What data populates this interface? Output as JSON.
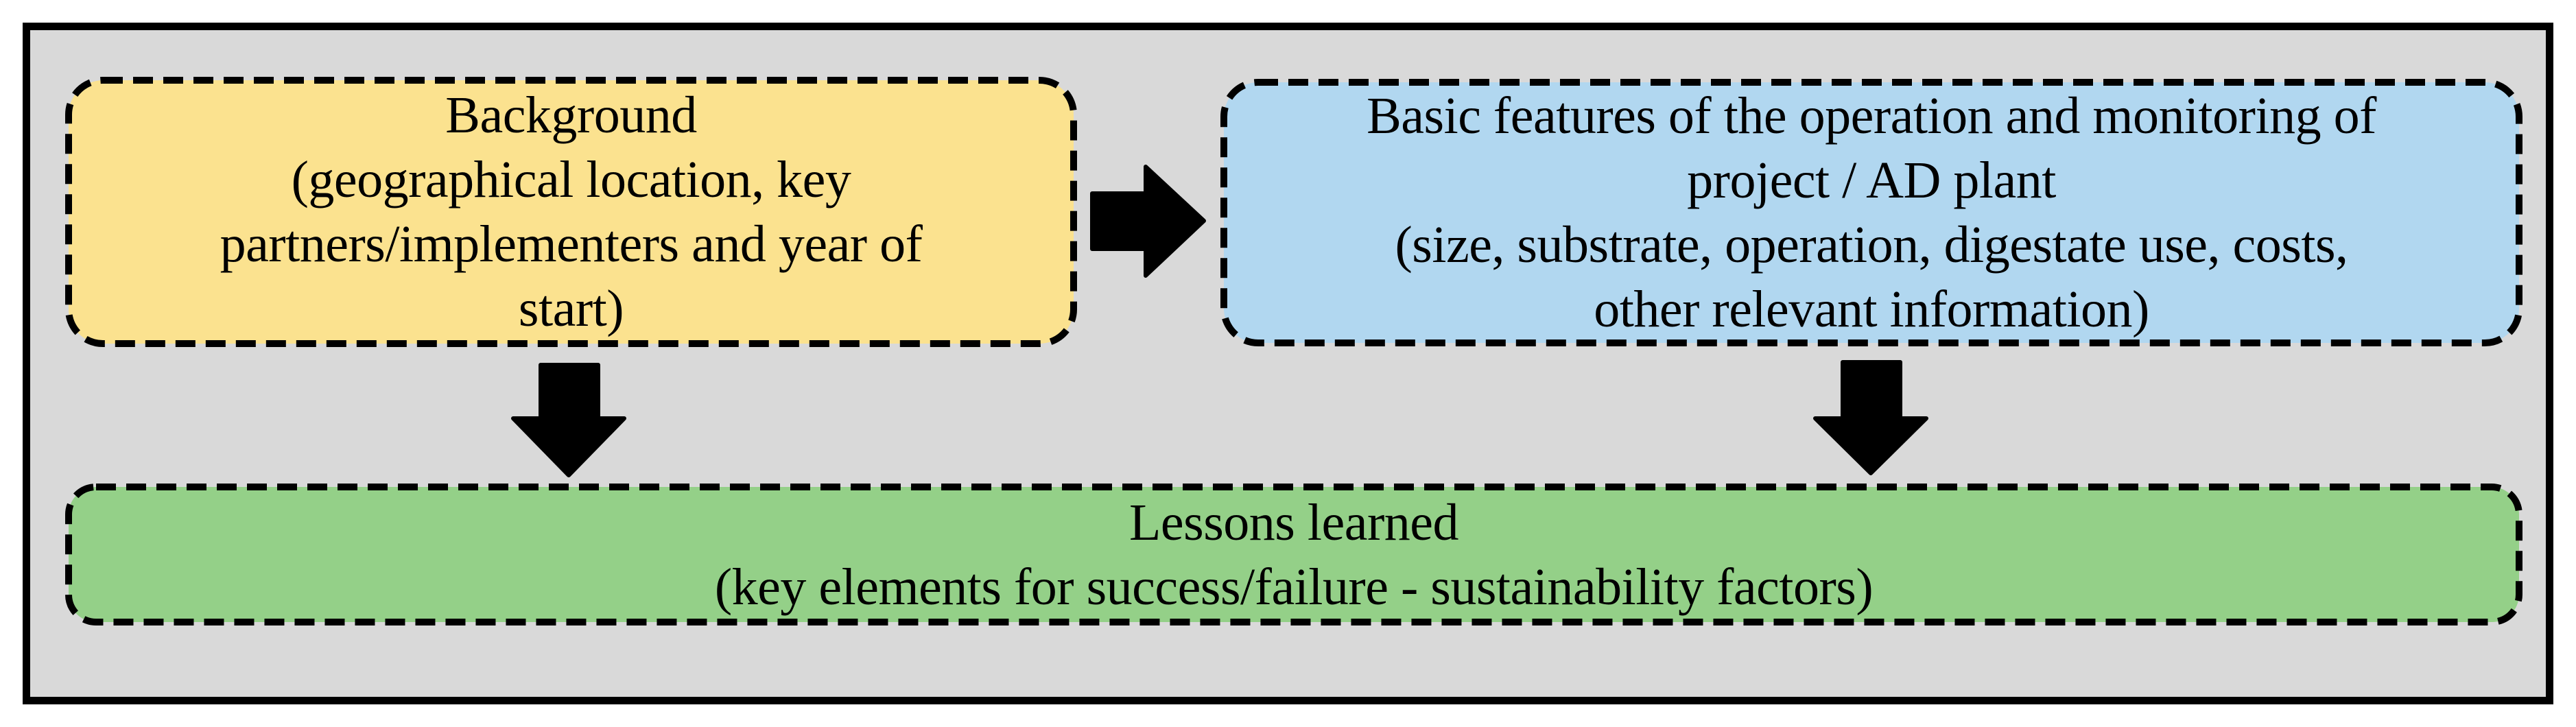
{
  "figure": {
    "frame": {
      "fill": "#D9D9D9",
      "border_color": "#000000"
    },
    "boxes": {
      "background": {
        "fill": "#FBE28F",
        "border_color": "#000000",
        "lines": [
          "Background",
          "(geographical location, key",
          "partners/implementers and year of",
          "start)"
        ]
      },
      "features": {
        "fill": "#B1D7F0",
        "border_color": "#000000",
        "lines": [
          "Basic features of the operation and monitoring of",
          "project / AD plant",
          "(size, substrate, operation, digestate use, costs,",
          "other relevant information)"
        ]
      },
      "lessons": {
        "fill": "#94D088",
        "border_color": "#000000",
        "lines": [
          "Lessons learned",
          "(key elements for success/failure - sustainability factors)"
        ]
      }
    },
    "arrows": {
      "color": "#000000"
    }
  }
}
